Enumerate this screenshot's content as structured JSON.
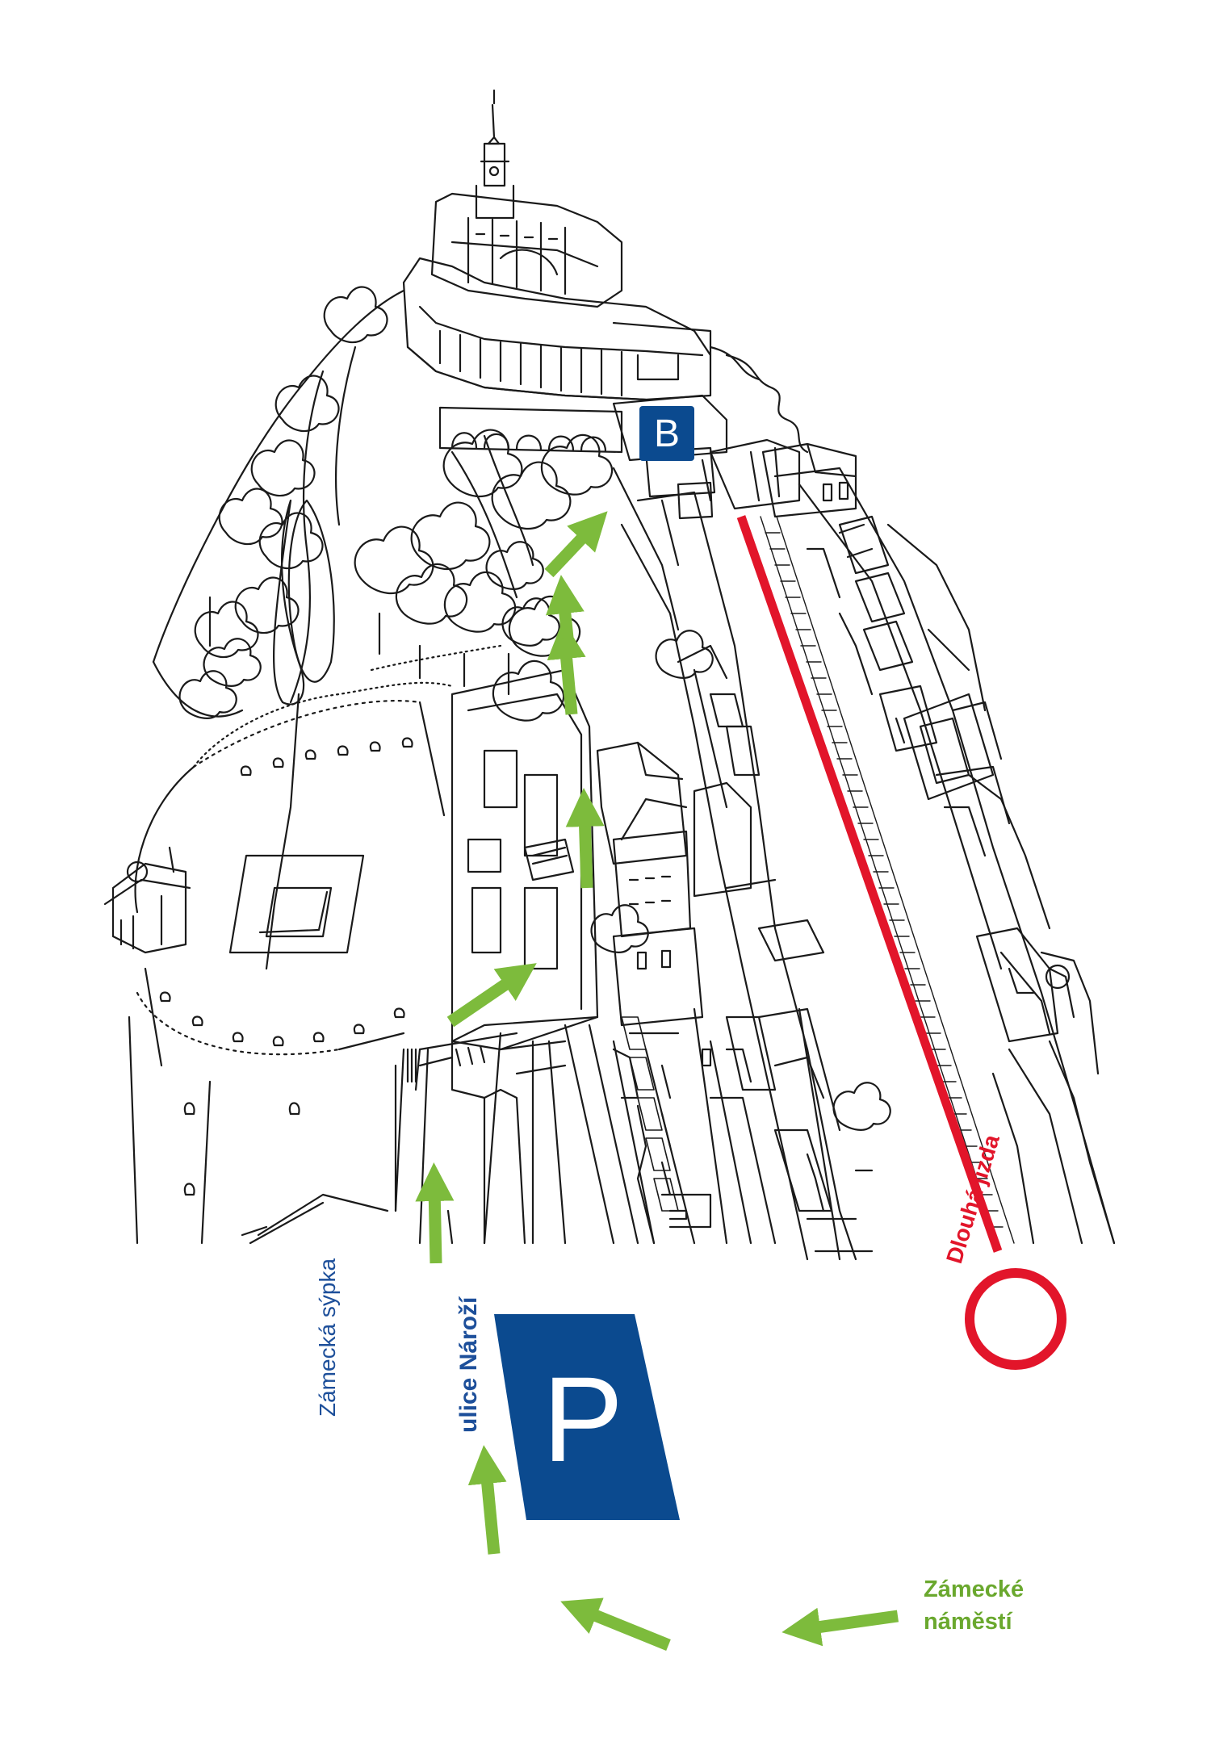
{
  "labels": {
    "building_b": "B",
    "parking": "P",
    "dlouha_jizda": "Dlouhá jízda",
    "ulice_narozi": "ulice Nároží",
    "zamecka_sypka": "Zámecká sýpka",
    "zamecke_namesti_1": "Zámecké",
    "zamecke_namesti_2": "náměstí"
  },
  "colors": {
    "ink": "#1a1a1a",
    "route_green": "#7dbb3c",
    "marker_red": "#e2152a",
    "sign_blue": "#0b4a8f",
    "label_blue": "#1d4f9a",
    "label_green": "#6aa82e"
  },
  "icons": {
    "route_arrow": "arrow-icon",
    "destination_marker": "ring-icon"
  }
}
